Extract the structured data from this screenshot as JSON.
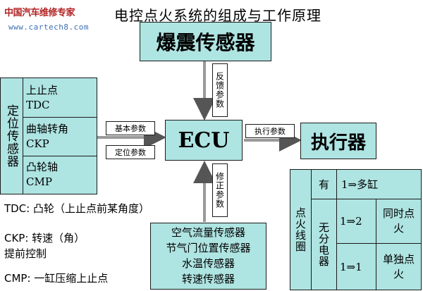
{
  "watermark": {
    "name": "中国汽车维修专家",
    "url": "www.cartech8.com"
  },
  "title": "电控点火系统的组成与工作原理",
  "knock_sensor": "爆震传感器",
  "ecu": "ECU",
  "actuator": "执行器",
  "feedback_label": "反馈参数",
  "correction_label": "修正参数",
  "basic_params_label": "基本参数",
  "position_params_label": "定位参数",
  "exec_params_label": "执行参数",
  "positioning_sensor": {
    "title": "定位传感器",
    "items": [
      {
        "line1": "上止点",
        "line2": "TDC"
      },
      {
        "line1": "曲轴转角",
        "line2": "CKP"
      },
      {
        "line1": "凸轮轴",
        "line2": "CMP"
      }
    ]
  },
  "correction_sensors": [
    "空气流量传感器",
    "节气门位置传感器",
    "水温传感器",
    "转速传感器"
  ],
  "ignition_coil": {
    "title": "点火线圈",
    "row1": {
      "type": "有",
      "ratio": "1⇒多缸"
    },
    "row2_type": "无分电器",
    "row2": {
      "ratio": "1⇒2",
      "mode": "同时点火"
    },
    "row3": {
      "ratio": "1⇒1",
      "mode": "单独点火"
    }
  },
  "notes": {
    "tdc": "TDC: 凸轮（上止点前某角度）",
    "ckp": "CKP: 转速（角）",
    "ckp2": "提前控制",
    "cmp": "CMP: 一缸压缩上止点"
  }
}
